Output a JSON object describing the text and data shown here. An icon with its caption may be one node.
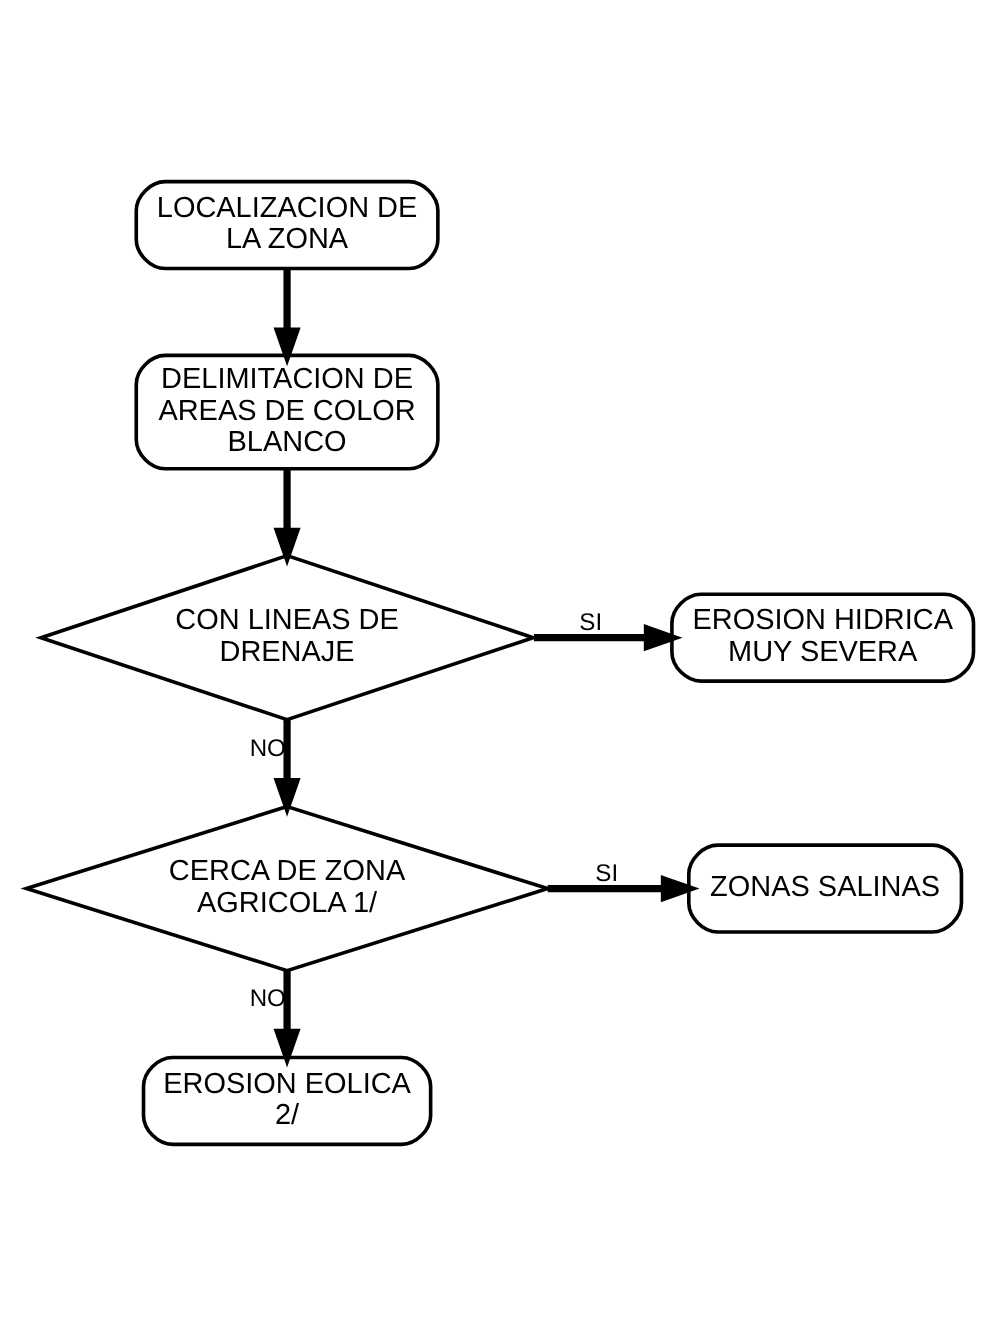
{
  "diagram": {
    "nodes": [
      {
        "text": [
          "LOCALIZACION DE LA ZONA"
        ]
      },
      {
        "text": [
          "DELIMITACION DE AREAS DE COLOR BLANCO"
        ]
      },
      {
        "text": [
          "CON LINEAS DE DRENAJE"
        ]
      },
      {
        "text": [
          "EROSION HIDRICA MUY SEVERA"
        ]
      },
      {
        "text": [
          "CERCA DE ZONA AGRICOLA 1/"
        ]
      },
      {
        "text": [
          "ZONAS SALINAS"
        ]
      },
      {
        "text": [
          "EROSION EOLICA 2/"
        ]
      }
    ],
    "edges": [
      {
        "from": 0,
        "to": 1,
        "arrow": "to"
      },
      {
        "from": 1,
        "to": 2,
        "arrow": "to"
      },
      {
        "from": 2,
        "to": 3,
        "arrow": "to",
        "label": "SI"
      },
      {
        "from": 2,
        "to": 4,
        "arrow": "to",
        "label": "NO"
      },
      {
        "from": 4,
        "to": 5,
        "arrow": "to",
        "label": "SI"
      },
      {
        "from": 4,
        "to": 6,
        "arrow": "to",
        "label": "NO"
      }
    ]
  }
}
